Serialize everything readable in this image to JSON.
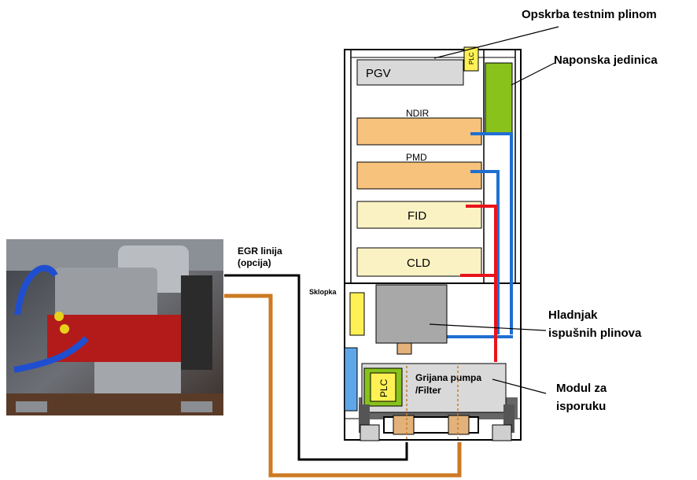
{
  "labels": {
    "test_gas_supply": "Opskrba testnim plinom",
    "power_unit": "Naponska jedinica",
    "egr_line_1": "EGR linija",
    "egr_line_2": "(opcija)",
    "switch": "Sklopka",
    "exhaust_cooler_1": "Hladnjak",
    "exhaust_cooler_2": "ispušnih plinova",
    "delivery_module_1": "Modul za",
    "delivery_module_2": "isporuku",
    "heated_pump_1": "Grijana pumpa",
    "heated_pump_2": "/Filter"
  },
  "analyzers": {
    "pgv": "PGV",
    "plc_top": "PLC",
    "ndir": "NDIR",
    "pmd": "PMD",
    "fid": "FID",
    "cld": "CLD",
    "plc_bottom": "PLC"
  },
  "colors": {
    "analyzer_orange": "#f7c27b",
    "analyzer_light": "#fbf2c4",
    "pgv_gray": "#d9d9d9",
    "power_green": "#88c21b",
    "plc_yellow": "#fff155",
    "line_blue": "#1f6fd1",
    "line_red": "#e8141b",
    "line_brown": "#cc7a22",
    "cooler_gray": "#a8a8a8"
  }
}
